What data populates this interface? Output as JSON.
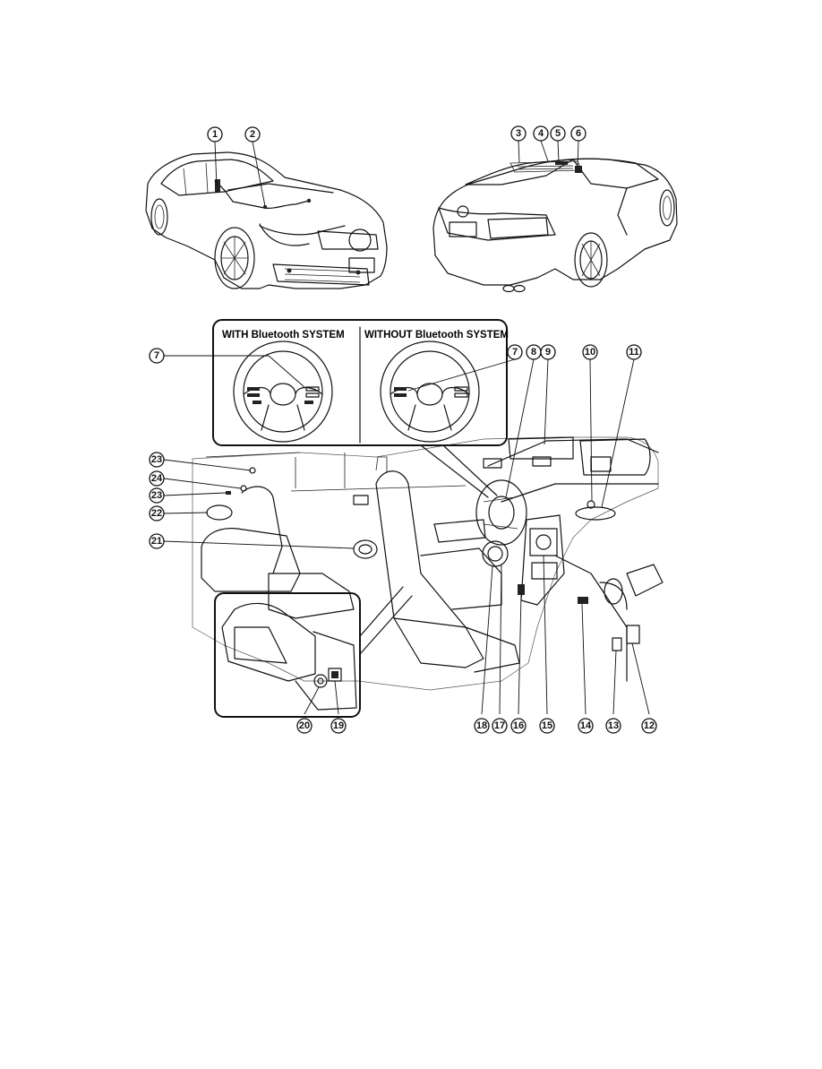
{
  "insets": {
    "with_bt_title": "WITH Bluetooth SYSTEM",
    "without_bt_title": "WITHOUT Bluetooth SYSTEM"
  },
  "callouts": {
    "c1": "1",
    "c2": "2",
    "c3": "3",
    "c4": "4",
    "c5": "5",
    "c6": "6",
    "c7a": "7",
    "c7b": "7",
    "c8": "8",
    "c9": "9",
    "c10": "10",
    "c11": "11",
    "c12": "12",
    "c13": "13",
    "c14": "14",
    "c15": "15",
    "c16": "16",
    "c17": "17",
    "c18": "18",
    "c19": "19",
    "c20": "20",
    "c21": "21",
    "c22": "22",
    "c23a": "23",
    "c23b": "23",
    "c24": "24"
  }
}
